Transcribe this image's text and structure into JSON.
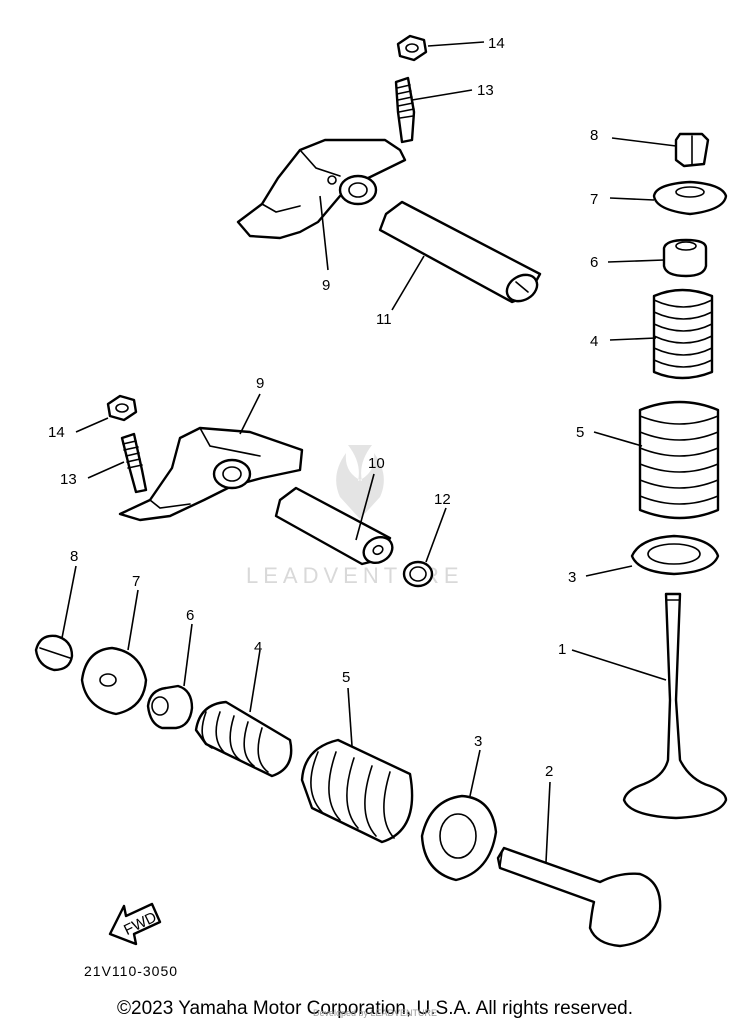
{
  "diagram": {
    "drawing_code": "21V110-3050",
    "fwd_label": "FWD",
    "watermark": "LEADVENTURE",
    "copyright": "©2023 Yamaha Motor Corporation, U.S.A. All rights reserved.",
    "copyright_small": "Developed by LEADVENTURE",
    "callouts": [
      "1",
      "2",
      "3",
      "3",
      "4",
      "4",
      "5",
      "5",
      "6",
      "6",
      "7",
      "7",
      "8",
      "8",
      "9",
      "9",
      "10",
      "11",
      "12",
      "13",
      "13",
      "14",
      "14"
    ]
  }
}
